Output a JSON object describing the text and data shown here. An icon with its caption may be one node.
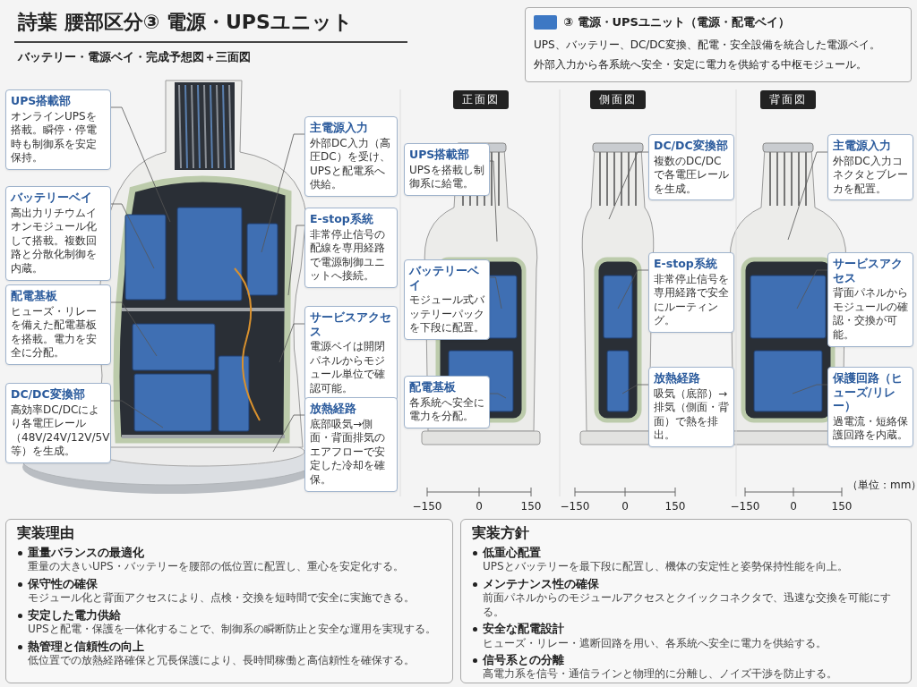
{
  "diagram": {
    "title": "詩葉 腰部区分③ 電源・UPSユニット",
    "nodes": [
      {
        "text": [
          "UPS搭載部",
          "オンラインUPSを搭載。瞬停・停電時も制御系を安定保持。"
        ]
      },
      {
        "text": [
          "バッテリーベイ",
          "高出力リチウムイオンモジュール化して搭載。複数回路と分散化制御を内蔵。"
        ]
      },
      {
        "text": [
          "配電基板",
          "ヒューズ・リレーを備えた配電基板を搭載。電力を安全に分配。"
        ]
      },
      {
        "text": [
          "DC/DC変換部",
          "高効率DC/DCにより各電圧レール（48V/24V/12V/5V等）を生成。"
        ]
      },
      {
        "text": [
          "主電源入力",
          "外部DC入力（高圧DC）を受け、UPSと配電系へ供給。"
        ]
      },
      {
        "text": [
          "E-stop系統",
          "非常停止信号の配線を専用経路で電源制御ユニットへ接続。"
        ]
      },
      {
        "text": [
          "サービスアクセス",
          "電源ベイは開閉パネルからモジュール単位で確認可能。"
        ]
      },
      {
        "text": [
          "放熱経路",
          "底部吸気→側面・背面排気のエアフローで安定した冷却を確保。"
        ]
      },
      {
        "text": [
          "UPS搭載部",
          "UPSを搭載し制御系に給電。"
        ]
      },
      {
        "text": [
          "バッテリーベイ",
          "モジュール式バッテリーパックを下段に配置。"
        ]
      },
      {
        "text": [
          "配電基板",
          "各系統へ安全に電力を分配。"
        ]
      },
      {
        "text": [
          "DC/DC変換部",
          "複数のDC/DCで各電圧レールを生成。"
        ]
      },
      {
        "text": [
          "E-stop系統",
          "非常停止信号を専用経路で安全にルーティング。"
        ]
      },
      {
        "text": [
          "放熱経路",
          "吸気（底部）→排気（側面・背面）で熱を排出。"
        ]
      },
      {
        "text": [
          "主電源入力",
          "外部DC入力コネクタとブレーカを配置。"
        ]
      },
      {
        "text": [
          "サービスアクセス",
          "背面パネルからモジュールの確認・交換が可能。"
        ]
      },
      {
        "text": [
          "保護回路（ヒューズ/リレー）",
          "過電流・短絡保護回路を内蔵。"
        ]
      },
      {
        "text": [
          "実装理由",
          "重量バランスの最適化",
          "重量の大きいUPS・バッテリーを腰部の低位置に配置し、重心を安定化する。",
          "保守性の確保",
          "モジュール化と背面アクセスにより、点検・交換を短時間で安全に実施できる。",
          "安定した電力供給",
          "UPSと配電・保護を一体化することで、制御系の瞬断防止と安全な運用を実現する。",
          "熱管理と信頼性の向上",
          "低位置での放熱経路確保と冗長保護により、長時間稼働と高信頼性を確保する。"
        ]
      },
      {
        "text": [
          "実装方針",
          "低重心配置",
          "UPSとバッテリーを最下段に配置し、機体の安定性と姿勢保持性能を向上。",
          "メンテナンス性の確保",
          "前面パネルからのモジュールアクセスとクイックコネクタで、迅速な交換を可能にする。",
          "安全な配電設計",
          "ヒューズ・リレー・遮断回路を用い、各系統へ安全に電力を供給する。",
          "信号系との分離",
          "高電力系を信号・通信ラインと物理的に分離し、ノイズ干渉を防止する。"
        ]
      }
    ],
    "edges": [
      {
        "from": 0,
        "to": null,
        "arrow": "none"
      },
      {
        "from": 1,
        "to": null,
        "arrow": "none"
      },
      {
        "from": 2,
        "to": null,
        "arrow": "none"
      },
      {
        "from": 3,
        "to": null,
        "arrow": "none"
      },
      {
        "from": 4,
        "to": null,
        "arrow": "none"
      },
      {
        "from": 5,
        "to": null,
        "arrow": "none"
      },
      {
        "from": 6,
        "to": null,
        "arrow": "none"
      },
      {
        "from": 7,
        "to": null,
        "arrow": "none"
      },
      {
        "from": 8,
        "to": null,
        "arrow": "none"
      },
      {
        "from": 9,
        "to": null,
        "arrow": "none"
      },
      {
        "from": 10,
        "to": null,
        "arrow": "none"
      },
      {
        "from": 11,
        "to": null,
        "arrow": "none"
      },
      {
        "from": 12,
        "to": null,
        "arrow": "none"
      },
      {
        "from": 13,
        "to": null,
        "arrow": "none"
      },
      {
        "from": 14,
        "to": null,
        "arrow": "none"
      },
      {
        "from": 15,
        "to": null,
        "arrow": "none"
      },
      {
        "from": 16,
        "to": null,
        "arrow": "none"
      }
    ],
    "labels": [
      "バッテリー・電源ベイ・完成予想図＋三面図",
      "UPS、バッテリー、DC/DC変換、配電・安全設備を統合した電源ベイ。",
      "外部入力から各系統へ安全・安定に電力を供給する中枢モジュール。",
      "正面図",
      "側面図",
      "背面図",
      "−150",
      "0",
      "150",
      "−150",
      "0",
      "150",
      "−150",
      "0",
      "150",
      "（単位：mm）"
    ],
    "legend": [
      {
        "text": "③ 電源・UPSユニット（電源・配電ベイ）",
        "color": "#3d78c4"
      }
    ]
  }
}
